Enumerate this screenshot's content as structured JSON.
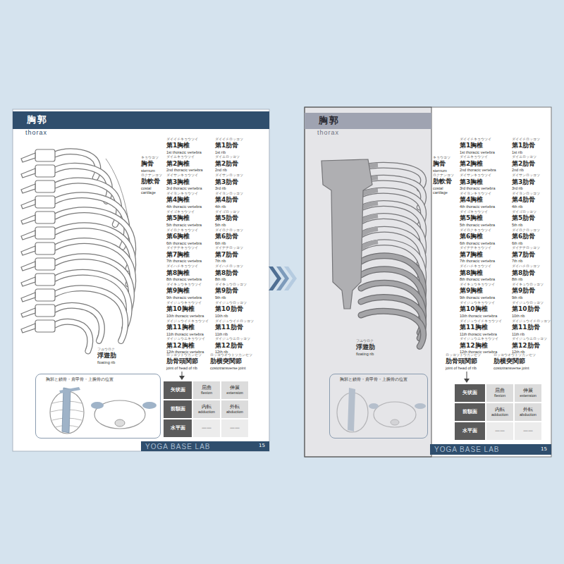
{
  "diagram": {
    "nodes": [
      {
        "text": [
          "胸郭",
          "thorax"
        ]
      },
      {
        "text": [
          "胸郭と鎖骨・肩甲骨・上腕骨の位置"
        ]
      },
      {
        "text": [
          "矢状面"
        ]
      },
      {
        "text": [
          "屈曲",
          "flexion"
        ]
      },
      {
        "text": [
          "伸展",
          "extension"
        ]
      },
      {
        "text": [
          "前額面"
        ]
      },
      {
        "text": [
          "内転",
          "adduction"
        ]
      },
      {
        "text": [
          "外転",
          "abduction"
        ]
      },
      {
        "text": [
          "水平面"
        ]
      },
      {
        "text": [
          "——"
        ]
      },
      {
        "text": [
          "——"
        ]
      },
      {
        "text": [
          "YOGA BASE LAB",
          "15"
        ]
      },
      {
        "text": [
          "胸郭",
          "thorax"
        ]
      },
      {
        "text": [
          "胸郭と鎖骨・肩甲骨・上腕骨の位置"
        ]
      },
      {
        "text": [
          "矢状面"
        ]
      },
      {
        "text": [
          "屈曲",
          "flexion"
        ]
      },
      {
        "text": [
          "伸展",
          "extension"
        ]
      },
      {
        "text": [
          "前額面"
        ]
      },
      {
        "text": [
          "内転",
          "adduction"
        ]
      },
      {
        "text": [
          "外転",
          "abduction"
        ]
      },
      {
        "text": [
          "水平面"
        ]
      },
      {
        "text": [
          "——"
        ]
      },
      {
        "text": [
          "——"
        ]
      },
      {
        "text": [
          "YOGA BASE LAB",
          "15"
        ]
      }
    ],
    "labels": [
      "ダイイチキョウツイ",
      "第1胸椎",
      "1st thoracic vertebra",
      "ダイイチロッコツ",
      "第1肋骨",
      "1st rib",
      "ダイニキョウツイ",
      "第2胸椎",
      "2nd thoracic vertebra",
      "ダイニロッコツ",
      "第2肋骨",
      "2nd rib",
      "ダイサンキョウツイ",
      "第3胸椎",
      "3rd thoracic vertebra",
      "ダイサンロッコツ",
      "第3肋骨",
      "3rd rib",
      "ダイヨンキョウツイ",
      "第4胸椎",
      "4th thoracic vertebra",
      "ダイヨンロッコツ",
      "第4肋骨",
      "4th rib",
      "ダイゴキョウツイ",
      "第5胸椎",
      "5th thoracic vertebra",
      "ダイゴロッコツ",
      "第5肋骨",
      "5th rib",
      "ダイロクキョウツイ",
      "第6胸椎",
      "6th thoracic vertebra",
      "ダイロクロッコツ",
      "第6肋骨",
      "6th rib",
      "ダイナナキョウツイ",
      "第7胸椎",
      "7th thoracic vertebra",
      "ダイナナロッコツ",
      "第7肋骨",
      "7th rib",
      "ダイハチキョウツイ",
      "第8胸椎",
      "8th thoracic vertebra",
      "ダイハチロッコツ",
      "第8肋骨",
      "8th rib",
      "ダイキュウキョウツイ",
      "第9胸椎",
      "9th thoracic vertebra",
      "ダイキュウロッコツ",
      "第9肋骨",
      "9th rib",
      "ダイジュウキョウツイ",
      "第10胸椎",
      "10th thoracic vertebra",
      "ダイジュウロッコツ",
      "第10肋骨",
      "10th rib",
      "ダイジュウイチキョウツイ",
      "第11胸椎",
      "11th thoracic vertebra",
      "ダイジュウイチロッコツ",
      "第11肋骨",
      "11th rib",
      "ダイジュウニキョウツイ",
      "第12胸椎",
      "12th thoracic vertebra",
      "ダイジュウニロッコツ",
      "第12肋骨",
      "12th rib",
      "キョウコツ",
      "胸骨",
      "sternum",
      "ロクナンコツ",
      "肋軟骨",
      "costal cartilage",
      "フユウロク",
      "浮遊肋",
      "floating rib",
      "ロッコツトウカンセツ",
      "肋骨頭関節",
      "joint of head of rib",
      "ロッコウオウトツカンセツ",
      "肋横突関節",
      "costotransverse joint",
      "ダイイチキョウツイ",
      "第1胸椎",
      "1st thoracic vertebra",
      "ダイイチロッコツ",
      "第1肋骨",
      "1st rib",
      "ダイニキョウツイ",
      "第2胸椎",
      "2nd thoracic vertebra",
      "ダイニロッコツ",
      "第2肋骨",
      "2nd rib",
      "ダイサンキョウツイ",
      "第3胸椎",
      "3rd thoracic vertebra",
      "ダイサンロッコツ",
      "第3肋骨",
      "3rd rib",
      "ダイヨンキョウツイ",
      "第4胸椎",
      "4th thoracic vertebra",
      "ダイヨンロッコツ",
      "第4肋骨",
      "4th rib",
      "ダイゴキョウツイ",
      "第5胸椎",
      "5th thoracic vertebra",
      "ダイゴロッコツ",
      "第5肋骨",
      "5th rib",
      "ダイロクキョウツイ",
      "第6胸椎",
      "6th thoracic vertebra",
      "ダイロクロッコツ",
      "第6肋骨",
      "6th rib",
      "ダイナナキョウツイ",
      "第7胸椎",
      "7th thoracic vertebra",
      "ダイナナロッコツ",
      "第7肋骨",
      "7th rib",
      "ダイハチキョウツイ",
      "第8胸椎",
      "8th thoracic vertebra",
      "ダイハチロッコツ",
      "第8肋骨",
      "8th rib",
      "ダイキュウキョウツイ",
      "第9胸椎",
      "9th thoracic vertebra",
      "ダイキュウロッコツ",
      "第9肋骨",
      "9th rib",
      "ダイジュウキョウツイ",
      "第10胸椎",
      "10th thoracic vertebra",
      "ダイジュウロッコツ",
      "第10肋骨",
      "10th rib",
      "ダイジュウイチキョウツイ",
      "第11胸椎",
      "11th thoracic vertebra",
      "ダイジュウイチロッコツ",
      "第11肋骨",
      "11th rib",
      "ダイジュウニキョウツイ",
      "第12胸椎",
      "12th thoracic vertebra",
      "ダイジュウニロッコツ",
      "第12肋骨",
      "12th rib",
      "キョウコツ",
      "胸骨",
      "sternum",
      "ロクナンコツ",
      "肋軟骨",
      "costal cartilage",
      "フユウロク",
      "浮遊肋",
      "floating rib",
      "ロッコツトウカンセツ",
      "肋骨頭関節",
      "joint of head of rib",
      "ロッコウオウトツカンセツ",
      "肋横突関節",
      "costotransverse joint"
    ]
  }
}
